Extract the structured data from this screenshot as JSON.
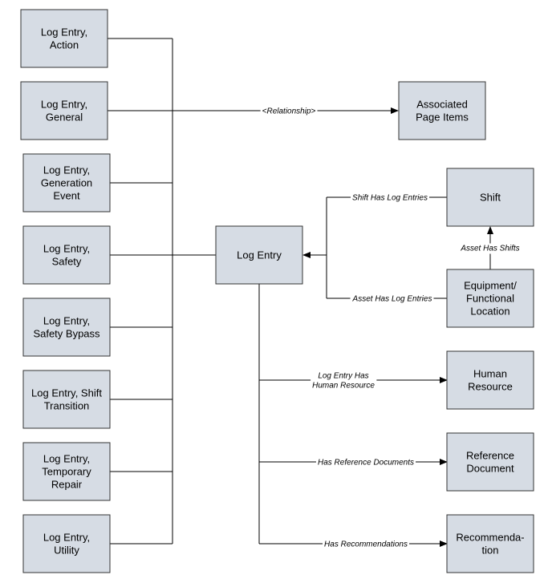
{
  "entities": {
    "log_entry_action": [
      "Log Entry,",
      "Action"
    ],
    "log_entry_general": [
      "Log Entry,",
      "General"
    ],
    "log_entry_generation_event": [
      "Log Entry,",
      "Generation",
      "Event"
    ],
    "log_entry_safety": [
      "Log Entry,",
      "Safety"
    ],
    "log_entry_safety_bypass": [
      "Log Entry,",
      "Safety Bypass"
    ],
    "log_entry_shift_transition": [
      "Log Entry, Shift",
      "Transition"
    ],
    "log_entry_temporary_repair": [
      "Log Entry,",
      "Temporary",
      "Repair"
    ],
    "log_entry_utility": [
      "Log Entry,",
      "Utility"
    ],
    "log_entry": [
      "Log Entry"
    ],
    "associated_page_items": [
      "Associated",
      "Page Items"
    ],
    "shift": [
      "Shift"
    ],
    "equipment_functional_location": [
      "Equipment/",
      "Functional",
      "Location"
    ],
    "human_resource": [
      "Human",
      "Resource"
    ],
    "reference_document": [
      "Reference",
      "Document"
    ],
    "recommendation": [
      "Recommenda-",
      "tion"
    ]
  },
  "relationships": {
    "relationship": [
      "<Relationship>"
    ],
    "shift_has_log_entries": [
      "Shift Has Log Entries"
    ],
    "asset_has_log_entries": [
      "Asset Has Log Entries"
    ],
    "asset_has_shifts": [
      "Asset Has Shifts"
    ],
    "log_entry_has_human_resource": [
      "Log Entry Has",
      "Human Resource"
    ],
    "has_reference_documents": [
      "Has Reference Documents"
    ],
    "has_recommendations": [
      "Has Recommendations"
    ]
  }
}
